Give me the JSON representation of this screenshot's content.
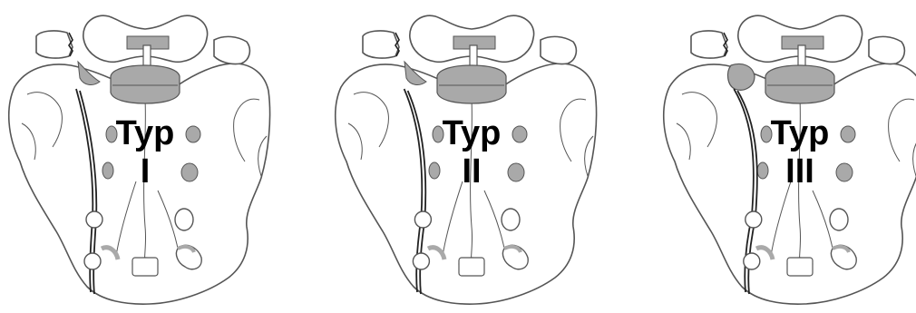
{
  "panels": [
    {
      "word": "Typ",
      "numeral": "I",
      "type": 1
    },
    {
      "word": "Typ",
      "numeral": "II",
      "type": 2
    },
    {
      "word": "Typ",
      "numeral": "III",
      "type": 3
    }
  ],
  "colors": {
    "bone_fill": "#ffffff",
    "outline": "#555555",
    "shade": "#a9a9a9",
    "fracture": "#222222"
  }
}
